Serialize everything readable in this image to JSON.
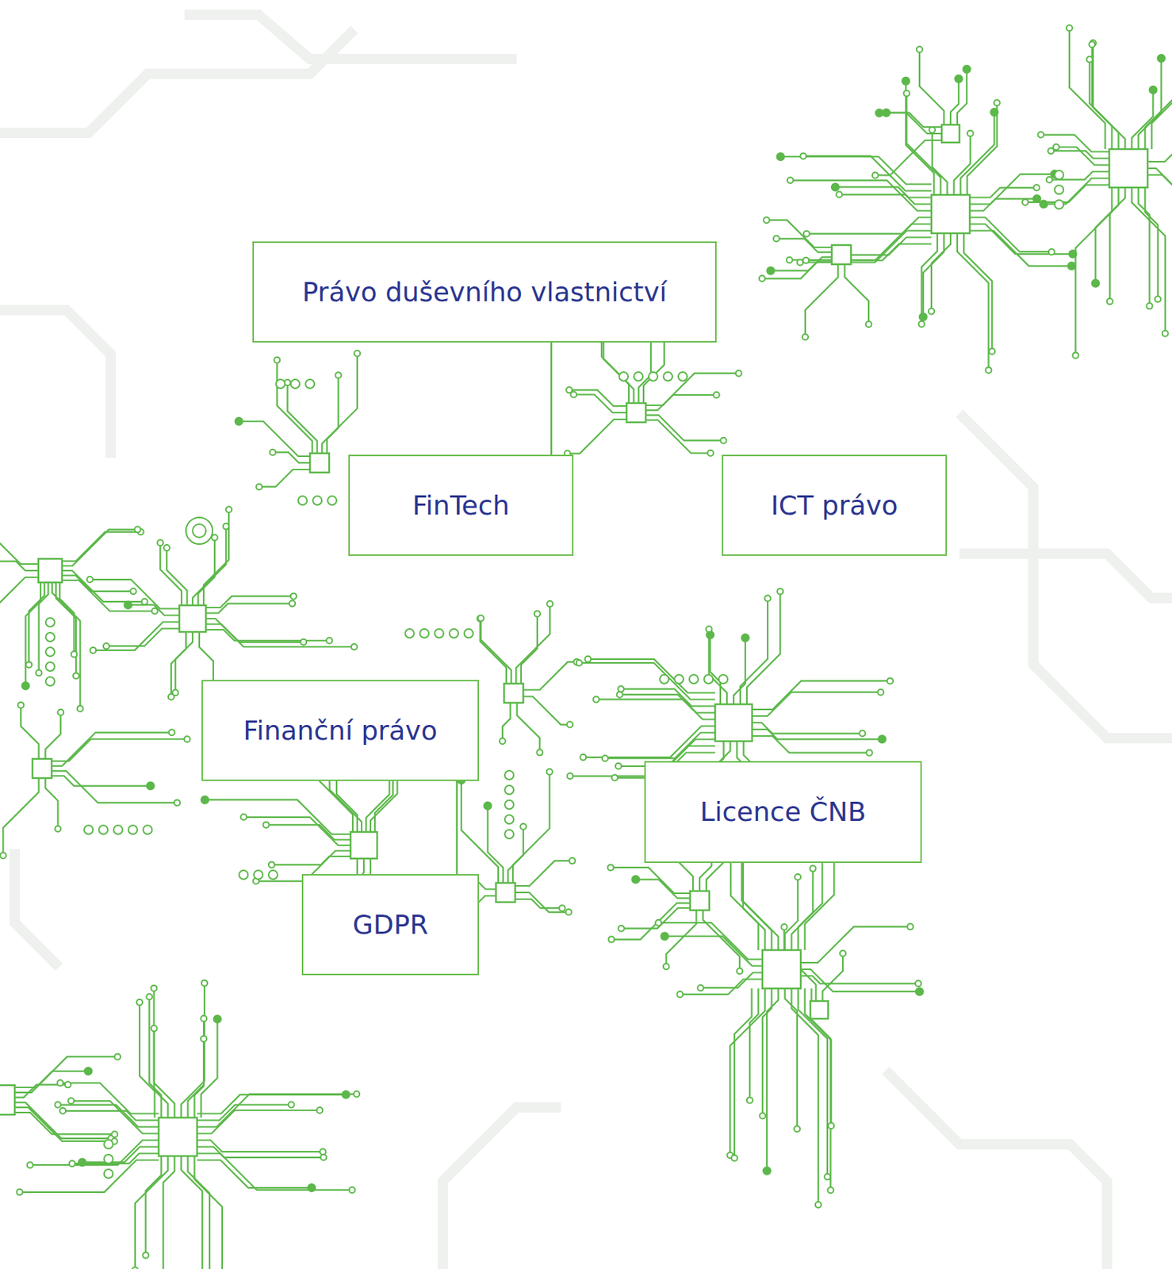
{
  "diagram": {
    "nodes": [
      {
        "text": [
          "Právo duševního vlastnictví"
        ]
      },
      {
        "text": [
          "FinTech"
        ]
      },
      {
        "text": [
          "ICT právo"
        ]
      },
      {
        "text": [
          "Finanční právo"
        ]
      },
      {
        "text": [
          "Licence ČNB"
        ]
      },
      {
        "text": [
          "GDPR"
        ]
      }
    ],
    "edges": [
      {
        "from": 0,
        "to": 1,
        "arrow": "none"
      },
      {
        "from": 3,
        "to": 5,
        "arrow": "none"
      }
    ]
  }
}
